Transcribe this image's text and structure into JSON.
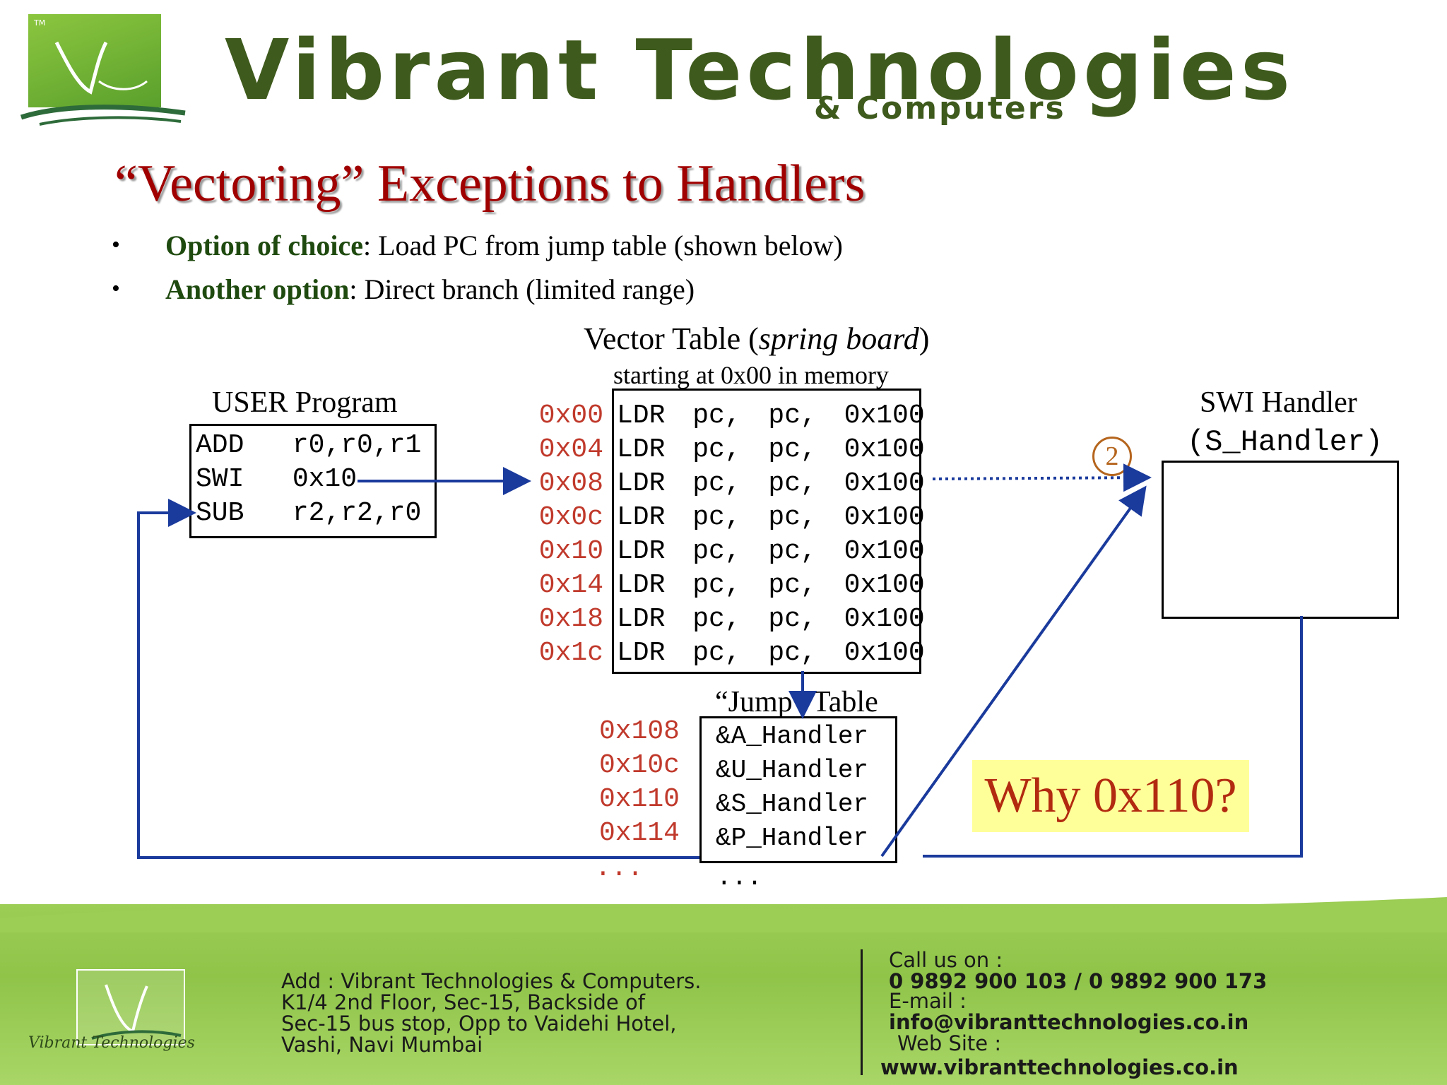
{
  "header": {
    "brand_title": "Vibrant Technologies",
    "brand_sub": "& Computers",
    "tm": "TM"
  },
  "slide": {
    "title": "“Vectoring” Exceptions to Handlers",
    "bullets": [
      {
        "bold": "Option of choice",
        "rest": ": Load PC from jump table (shown below)"
      },
      {
        "bold": "Another option",
        "rest": ": Direct branch (limited range)"
      }
    ],
    "bullet_symbol": "•"
  },
  "diagram": {
    "user_program": {
      "label": "USER Program",
      "lines": [
        "ADD   r0,r0,r1",
        "SWI   0x10",
        "SUB   r2,r2,r0"
      ]
    },
    "vector_table": {
      "title_prefix": "Vector Table (",
      "title_italic": "spring board",
      "title_suffix": ")",
      "subtitle": "starting at 0x00 in memory",
      "addresses": [
        "0x00",
        "0x04",
        "0x08",
        "0x0c",
        "0x10",
        "0x14",
        "0x18",
        "0x1c"
      ],
      "entries": [
        "LDR pc, pc, 0x100",
        "LDR pc, pc, 0x100",
        "LDR pc, pc, 0x100",
        "LDR pc, pc, 0x100",
        "LDR pc, pc, 0x100",
        "LDR pc, pc, 0x100",
        "LDR pc, pc, 0x100",
        "LDR pc, pc, 0x100"
      ]
    },
    "jump_table": {
      "label": "“Jump” Table",
      "addresses": [
        "0x108",
        "0x10c",
        "0x110",
        "0x114"
      ],
      "addr_ellipsis": "...",
      "entries": [
        "&A_Handler",
        "&U_Handler",
        "&S_Handler",
        "&P_Handler"
      ],
      "entry_ellipsis": "..."
    },
    "swi_handler": {
      "label": "SWI Handler",
      "sublabel": "(S_Handler)"
    },
    "step_marker": "2",
    "callout": "Why 0x110?"
  },
  "footer": {
    "logo_caption": "Vibrant Technologies",
    "address_lines": [
      "Add : Vibrant Technologies & Computers.",
      "K1/4 2nd Floor, Sec-15, Backside of",
      "Sec-15 bus stop, Opp to Vaidehi Hotel,",
      "Vashi, Navi Mumbai"
    ],
    "call_label": "Call us on :",
    "phones": "0 9892 900 103 /  0 9892 900 173",
    "email_label": "E-mail :",
    "email": "info@vibranttechnologies.co.in",
    "web_label": "Web Site :",
    "website": "www.vibranttechnologies.co.in"
  },
  "colors": {
    "title_red": "#a00000",
    "address_red": "#c0392b",
    "arrow_blue": "#1a3a9c",
    "brand_green": "#3e5a1c",
    "callout_bg": "#ffff99"
  }
}
